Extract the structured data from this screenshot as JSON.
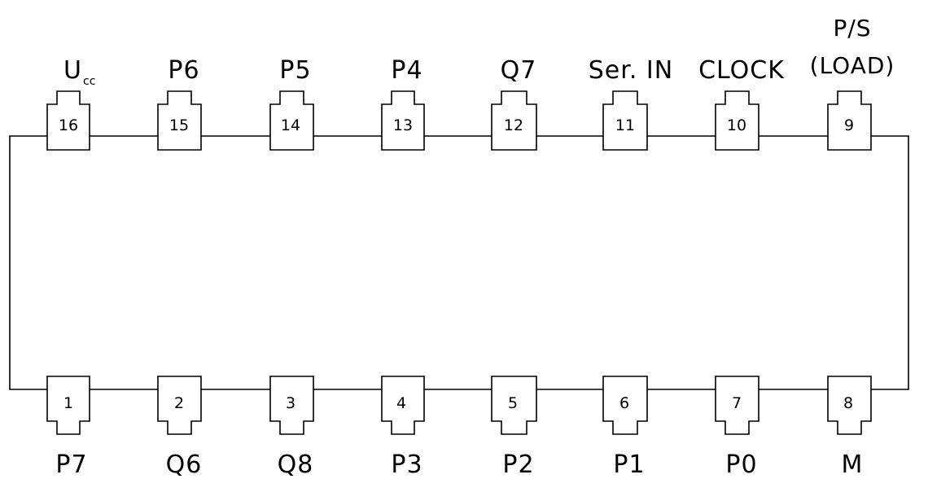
{
  "diagram": {
    "top_row": [
      {
        "number": "16",
        "label": "U",
        "label_sub": "cc"
      },
      {
        "number": "15",
        "label": "P6"
      },
      {
        "number": "14",
        "label": "P5"
      },
      {
        "number": "13",
        "label": "P4"
      },
      {
        "number": "12",
        "label": "Q7"
      },
      {
        "number": "11",
        "label": "Ser. IN"
      },
      {
        "number": "10",
        "label": "CLOCK"
      },
      {
        "number": "9",
        "label_line1": "P/S",
        "label_line2": "(LOAD)"
      }
    ],
    "bottom_row": [
      {
        "number": "1",
        "label": "P7"
      },
      {
        "number": "2",
        "label": "Q6"
      },
      {
        "number": "3",
        "label": "Q8"
      },
      {
        "number": "4",
        "label": "P3"
      },
      {
        "number": "5",
        "label": "P2"
      },
      {
        "number": "6",
        "label": "P1"
      },
      {
        "number": "7",
        "label": "P0"
      },
      {
        "number": "8",
        "label": "M"
      }
    ]
  }
}
